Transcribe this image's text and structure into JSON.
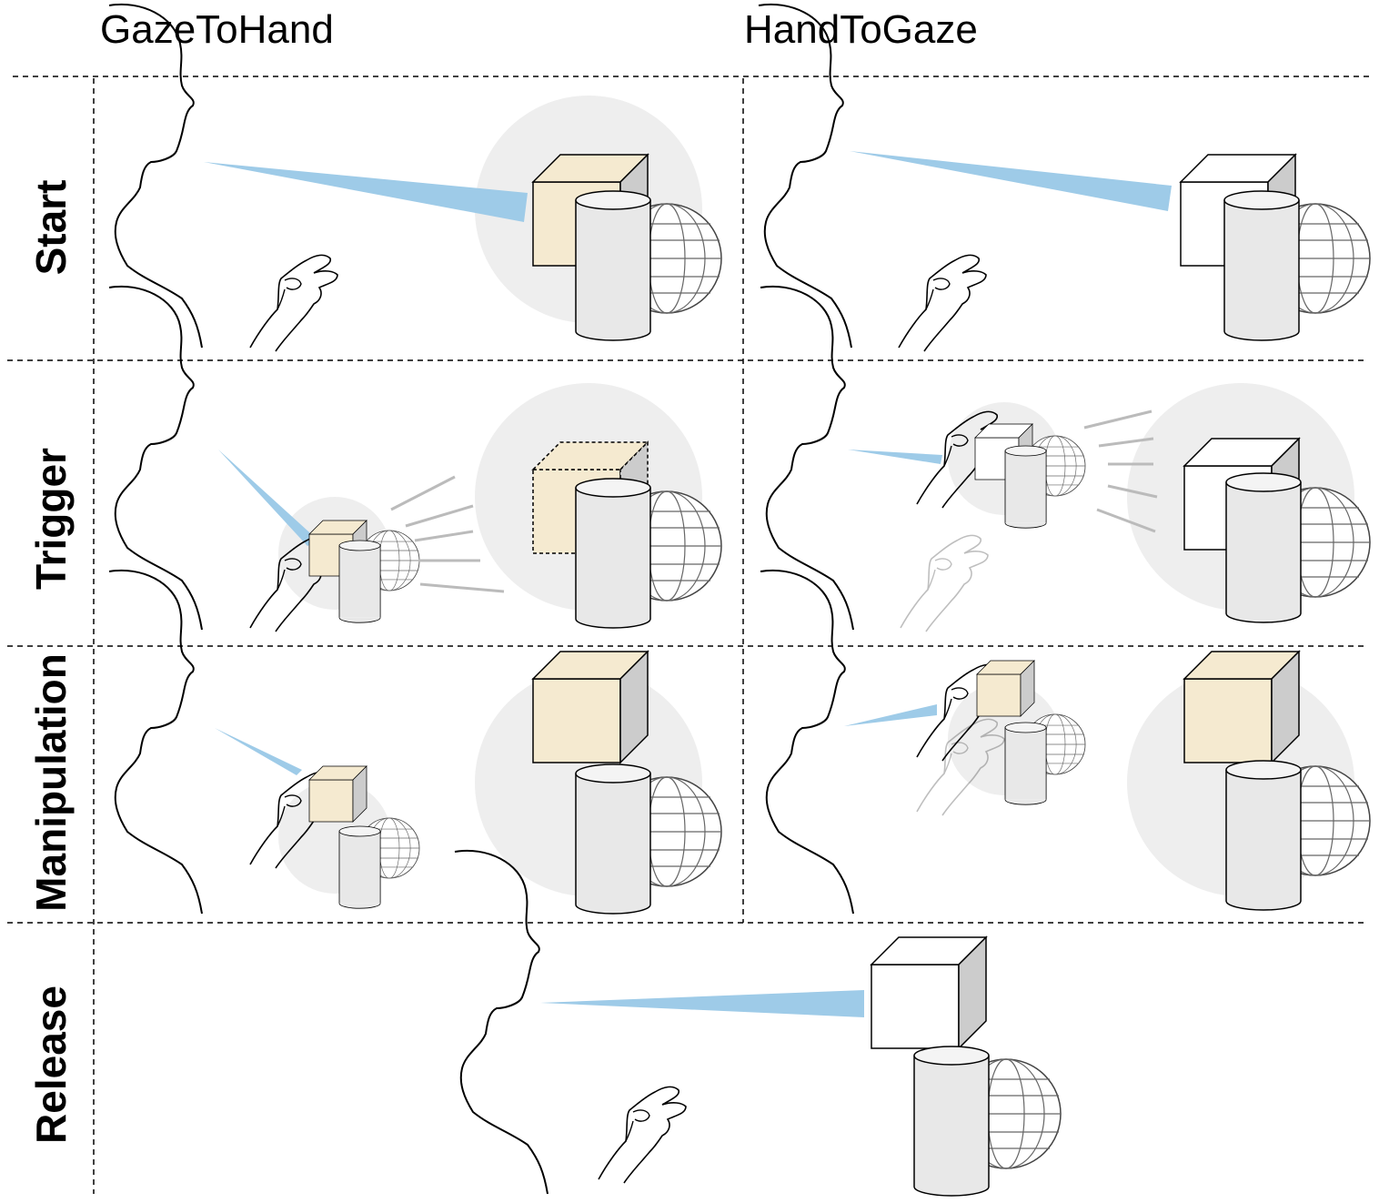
{
  "columns": {
    "left": "GazeToHand",
    "right": "HandToGaze"
  },
  "rows": [
    "Start",
    "Trigger",
    "Manipulation",
    "Release"
  ],
  "colors": {
    "gaze_ray": "#9ecbe8",
    "highlight_cube": "#f5ead0",
    "cube_top": "#f8efd9",
    "cube_side": "#e5d9bb",
    "halo": "#eeeeee",
    "object_fill": "#e8e8e8",
    "line": "#000000"
  }
}
